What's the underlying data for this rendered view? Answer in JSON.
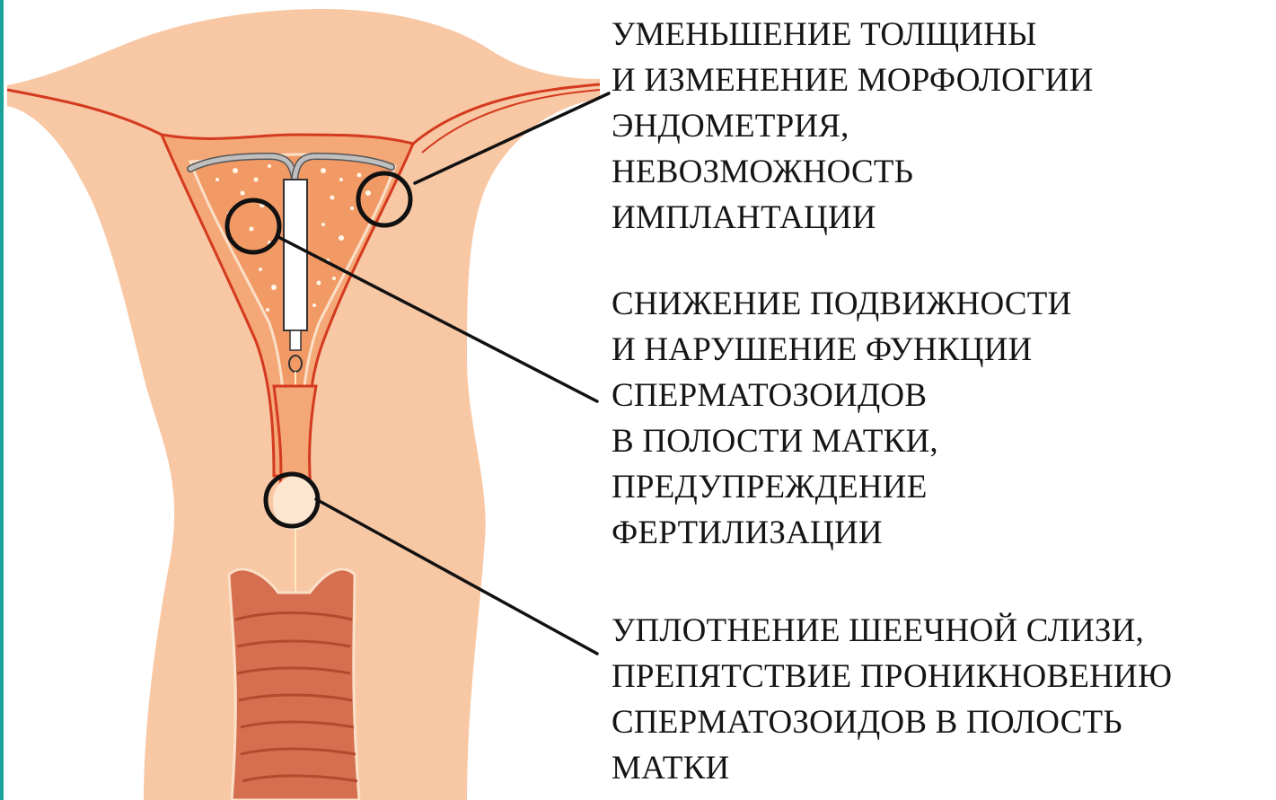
{
  "colors": {
    "accent_bar": "#1aa39a",
    "uterus_outer": "#f8c7a4",
    "uterus_inner": "#f4a878",
    "lining_red": "#d43a1e",
    "vagina_wall": "#d56f50",
    "leader_line": "#111111",
    "circle_marker": "#111111"
  },
  "icons": [
    "iud-device-icon",
    "marker-circle-icon"
  ],
  "callouts": [
    {
      "id": "endometrium",
      "lines": [
        "УМЕНЬШЕНИЕ ТОЛЩИНЫ",
        "И ИЗМЕНЕНИЕ МОРФОЛОГИИ",
        "ЭНДОМЕТРИЯ,",
        "НЕВОЗМОЖНОСТЬ",
        "ИМПЛАНТАЦИИ"
      ]
    },
    {
      "id": "sperm",
      "lines": [
        "СНИЖЕНИЕ ПОДВИЖНОСТИ",
        "И НАРУШЕНИЕ ФУНКЦИИ",
        "СПЕРМАТОЗОИДОВ",
        "В ПОЛОСТИ МАТКИ,",
        "ПРЕДУПРЕЖДЕНИЕ",
        "ФЕРТИЛИЗАЦИИ"
      ]
    },
    {
      "id": "cervix",
      "lines": [
        "УПЛОТНЕНИЕ ШЕЕЧНОЙ СЛИЗИ,",
        "ПРЕПЯТСТВИЕ ПРОНИКНОВЕНИЮ",
        "СПЕРМАТОЗОИДОВ В ПОЛОСТЬ",
        "МАТКИ"
      ]
    }
  ]
}
